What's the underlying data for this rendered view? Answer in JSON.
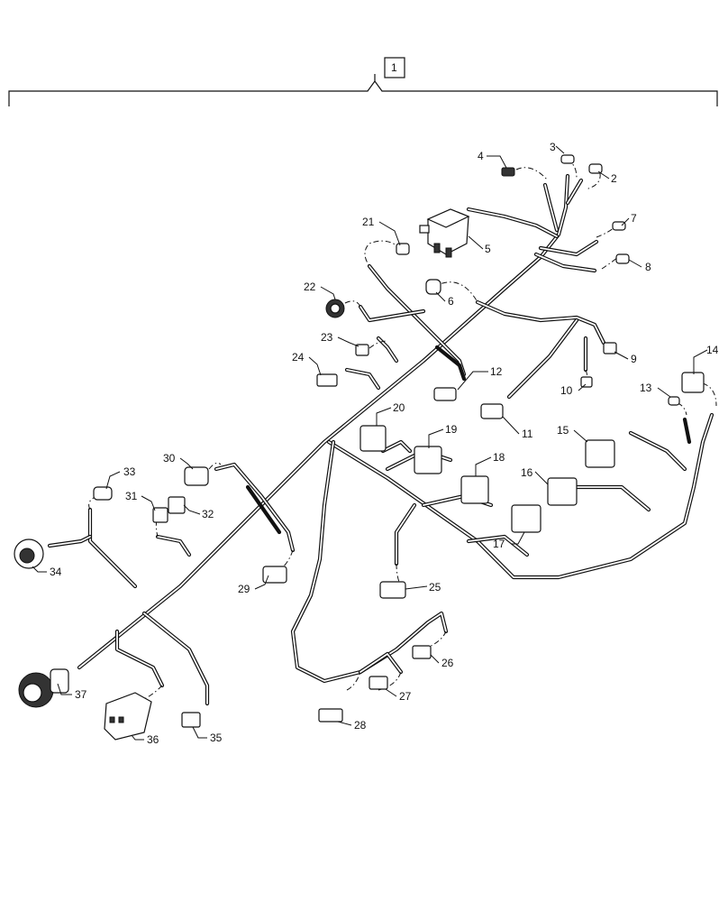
{
  "assembly": {
    "number": "1"
  },
  "callouts": [
    {
      "id": "c2",
      "text": "2"
    },
    {
      "id": "c3",
      "text": "3"
    },
    {
      "id": "c4",
      "text": "4"
    },
    {
      "id": "c5",
      "text": "5"
    },
    {
      "id": "c6",
      "text": "6"
    },
    {
      "id": "c7",
      "text": "7"
    },
    {
      "id": "c8",
      "text": "8"
    },
    {
      "id": "c9",
      "text": "9"
    },
    {
      "id": "c10",
      "text": "10"
    },
    {
      "id": "c11",
      "text": "11"
    },
    {
      "id": "c12",
      "text": "12"
    },
    {
      "id": "c13",
      "text": "13"
    },
    {
      "id": "c14",
      "text": "14"
    },
    {
      "id": "c15",
      "text": "15"
    },
    {
      "id": "c16",
      "text": "16"
    },
    {
      "id": "c17",
      "text": "17"
    },
    {
      "id": "c18",
      "text": "18"
    },
    {
      "id": "c19",
      "text": "19"
    },
    {
      "id": "c20",
      "text": "20"
    },
    {
      "id": "c21",
      "text": "21"
    },
    {
      "id": "c22",
      "text": "22"
    },
    {
      "id": "c23",
      "text": "23"
    },
    {
      "id": "c24",
      "text": "24"
    },
    {
      "id": "c25",
      "text": "25"
    },
    {
      "id": "c26",
      "text": "26"
    },
    {
      "id": "c27",
      "text": "27"
    },
    {
      "id": "c28",
      "text": "28"
    },
    {
      "id": "c29",
      "text": "29"
    },
    {
      "id": "c30",
      "text": "30"
    },
    {
      "id": "c31",
      "text": "31"
    },
    {
      "id": "c32",
      "text": "32"
    },
    {
      "id": "c33",
      "text": "33"
    },
    {
      "id": "c34",
      "text": "34"
    },
    {
      "id": "c35",
      "text": "35"
    },
    {
      "id": "c36",
      "text": "36"
    },
    {
      "id": "c37",
      "text": "37"
    }
  ]
}
